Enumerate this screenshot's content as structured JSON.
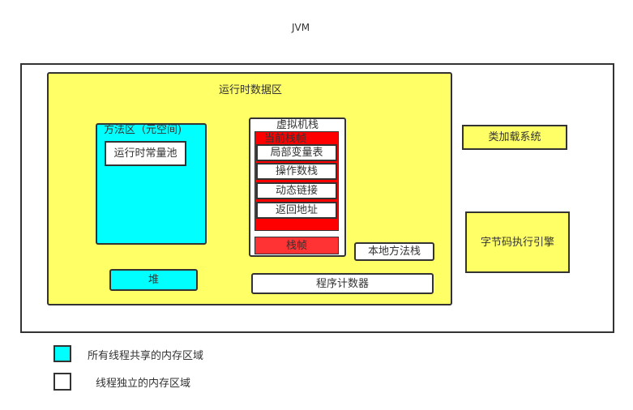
{
  "title": "JVM",
  "runtime_area": {
    "label": "运行时数据区"
  },
  "method_area": {
    "label": "方法区（元空间)",
    "const_pool": "运行时常量池"
  },
  "heap": {
    "label": "堆"
  },
  "vm_stack": {
    "label": "虚拟机栈",
    "current_frame": "当前栈帧",
    "frame_items": [
      "局部变量表",
      "操作数栈",
      "动态链接",
      "返回地址"
    ],
    "frame": "栈帧"
  },
  "native_stack": {
    "label": "本地方法栈"
  },
  "pc_register": {
    "label": "程序计数器"
  },
  "class_loader": {
    "label": "类加载系统"
  },
  "exec_engine": {
    "label": "字节码执行引擎"
  },
  "legend": [
    {
      "label": "所有线程共享的内存区域",
      "color": "#00ffff"
    },
    {
      "label": "线程独立的内存区域",
      "color": "#ffffff"
    }
  ],
  "colors": {
    "yellow": "#ffff66",
    "cyan": "#00ffff",
    "red": "#ff0000",
    "frame_red": "#ff3333"
  }
}
